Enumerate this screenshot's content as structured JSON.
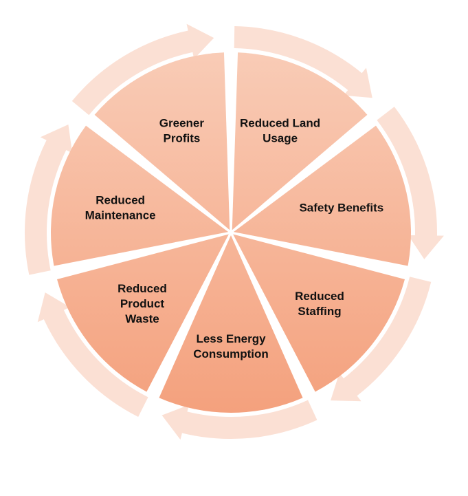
{
  "diagram": {
    "type": "cycle",
    "colors": {
      "wedge_light": "#f9cdb8",
      "wedge_dark": "#f4a07c",
      "arrow": "#fbe0d4",
      "label": "#111111"
    },
    "segments": [
      {
        "id": "reduced-land-usage",
        "lines": [
          "Reduced Land",
          "Usage"
        ]
      },
      {
        "id": "safety-benefits",
        "lines": [
          "Safety Benefits"
        ]
      },
      {
        "id": "reduced-staffing",
        "lines": [
          "Reduced",
          "Staffing"
        ]
      },
      {
        "id": "less-energy-consumption",
        "lines": [
          "Less Energy",
          "Consumption"
        ]
      },
      {
        "id": "reduced-product-waste",
        "lines": [
          "Reduced",
          "Product",
          "Waste"
        ]
      },
      {
        "id": "reduced-maintenance",
        "lines": [
          "Reduced",
          "Maintenance"
        ]
      },
      {
        "id": "greener-profits",
        "lines": [
          "Greener",
          "Profits"
        ]
      }
    ]
  }
}
